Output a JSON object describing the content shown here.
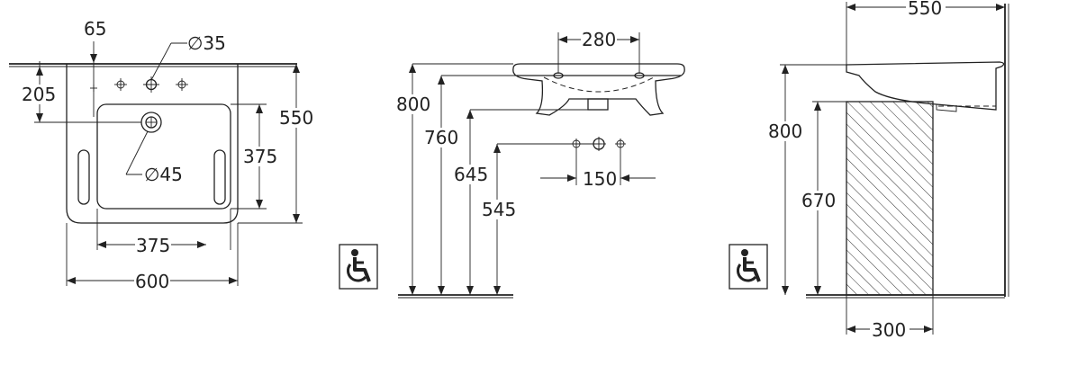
{
  "top_view": {
    "dim_65": "65",
    "dim_205": "205",
    "dim_tap_hole": "∅35",
    "dim_waste": "∅45",
    "dim_bowl_height": "375",
    "dim_depth": "550",
    "dim_bowl_width": "375",
    "dim_width": "600"
  },
  "front_view": {
    "dim_280": "280",
    "dim_800": "800",
    "dim_760": "760",
    "dim_645": "645",
    "dim_545": "545",
    "dim_150": "150"
  },
  "side_view": {
    "dim_550": "550",
    "dim_800": "800",
    "dim_670": "670",
    "dim_300": "300"
  },
  "icons": {
    "accessibility_1": "wheelchair-icon",
    "accessibility_2": "wheelchair-icon"
  }
}
